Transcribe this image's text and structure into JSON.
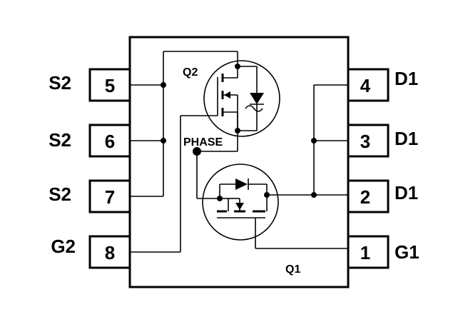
{
  "package": {
    "left_pins": [
      {
        "number": "5",
        "name": "S2"
      },
      {
        "number": "6",
        "name": "S2"
      },
      {
        "number": "7",
        "name": "S2"
      },
      {
        "number": "8",
        "name": "G2"
      }
    ],
    "right_pins": [
      {
        "number": "4",
        "name": "D1"
      },
      {
        "number": "3",
        "name": "D1"
      },
      {
        "number": "2",
        "name": "D1"
      },
      {
        "number": "1",
        "name": "G1"
      }
    ]
  },
  "transistors": {
    "upper": {
      "label": "Q2"
    },
    "lower": {
      "label": "Q1"
    }
  },
  "nodes": {
    "phase": {
      "label": "PHASE"
    }
  }
}
